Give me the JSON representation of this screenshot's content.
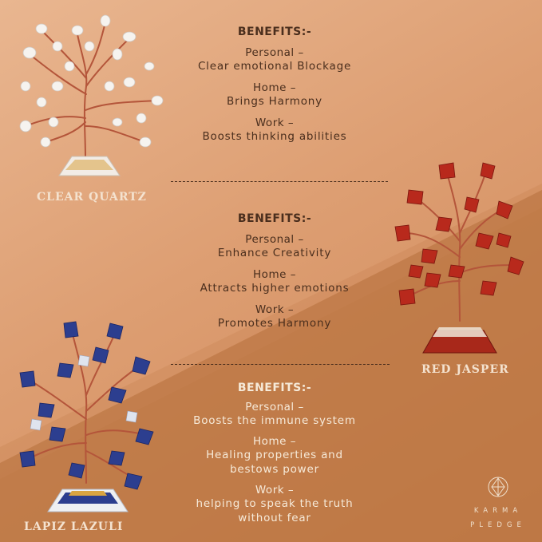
{
  "stones": [
    {
      "name": "CLEAR QUARTZ",
      "benefits_title": "BENEFITS:-",
      "benefits": [
        {
          "heading": "Personal –",
          "text": [
            "Clear emotional Blockage"
          ]
        },
        {
          "heading": "Home –",
          "text": [
            "Brings Harmony"
          ]
        },
        {
          "heading": "Work –",
          "text": [
            "Boosts thinking abilities"
          ]
        }
      ]
    },
    {
      "name": "RED JASPER",
      "benefits_title": "BENEFITS:-",
      "benefits": [
        {
          "heading": "Personal –",
          "text": [
            "Enhance Creativity"
          ]
        },
        {
          "heading": "Home –",
          "text": [
            "Attracts higher emotions"
          ]
        },
        {
          "heading": "Work –",
          "text": [
            "Promotes Harmony"
          ]
        }
      ]
    },
    {
      "name": "LAPIZ LAZULI",
      "benefits_title": "BENEFITS:-",
      "benefits": [
        {
          "heading": "Personal –",
          "text": [
            "Boosts the immune system"
          ]
        },
        {
          "heading": "Home –",
          "text": [
            "Healing properties and",
            "bestows power"
          ]
        },
        {
          "heading": "Work –",
          "text": [
            "helping to speak the truth",
            "without fear"
          ]
        }
      ]
    }
  ],
  "logo": {
    "line1": "KARMA",
    "line2": "PLEDGE"
  },
  "colors": {
    "background_light": "#e9b690",
    "background_dark": "#b8733f",
    "text_dark": "#4a2e1d",
    "text_light": "#f6ead9",
    "quartz": "#f4f1ee",
    "jasper": "#b8291c",
    "lapis": "#2c3e8f",
    "copper_wire": "#b4553a"
  },
  "icons": [
    "logo-mark-icon"
  ]
}
